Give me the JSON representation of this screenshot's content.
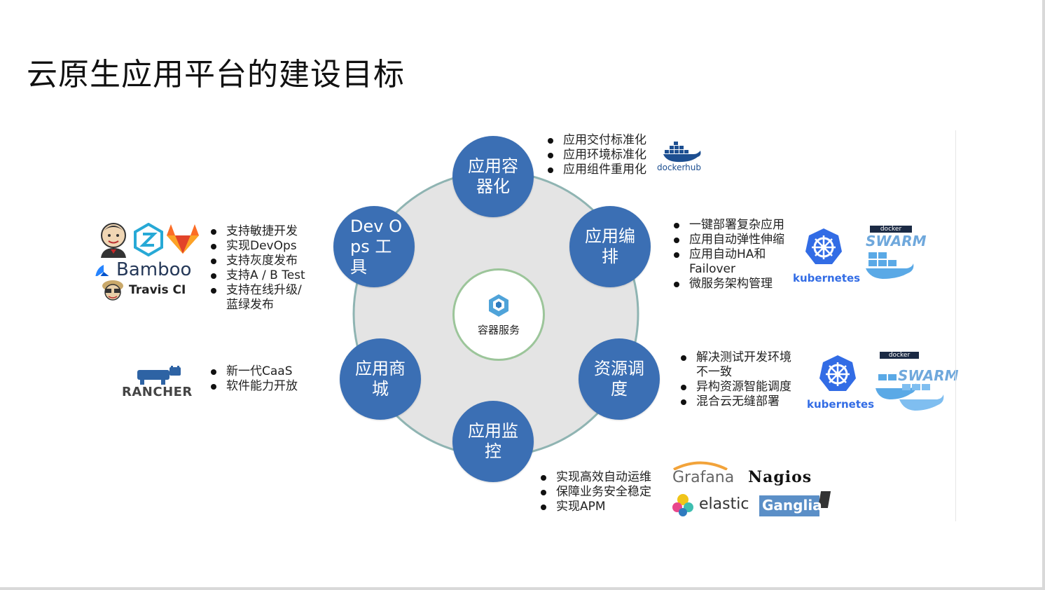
{
  "title": "云原生应用平台的建设目标",
  "center": {
    "label": "容器服务"
  },
  "nodes": {
    "container": "应用容器化",
    "orchestration": "应用编排",
    "scheduling": "资源调度",
    "monitoring": "应用监控",
    "market": "应用商城",
    "devops": "Dev Ops 工具"
  },
  "bullets": {
    "container": [
      "应用交付标准化",
      "应用环境标准化",
      "应用组件重用化"
    ],
    "orchestration": [
      "一键部署复杂应用",
      "应用自动弹性伸缩",
      "应用自动HA和 Failover",
      "微服务架构管理"
    ],
    "scheduling": [
      "解决测试开发环境 不一致",
      "异构资源智能调度",
      "混合云无缝部署"
    ],
    "monitoring": [
      "实现高效自动运维",
      "保障业务安全稳定",
      "实现APM"
    ],
    "market": [
      "新一代CaaS",
      "软件能力开放"
    ],
    "devops": [
      "支持敏捷开发",
      "实现DevOps",
      "支持灰度发布",
      "支持A / B Test",
      "支持在线升级/ 蓝绿发布"
    ]
  },
  "logos": {
    "dockerhub": "dockerhub",
    "kubernetes_1": "kubernetes",
    "kubernetes_2": "kubernetes",
    "swarm_1": "SWARM",
    "swarm_2": "SWARM",
    "docker_tag": "docker",
    "grafana": "Grafana",
    "nagios": "Nagios",
    "elastic": "elastic",
    "ganglia": "Ganglia",
    "bamboo": "Bamboo",
    "travis": "Travis CI",
    "rancher": "RANCHER"
  },
  "colors": {
    "node": "#3b6fb4",
    "ring": "#e3e3e3",
    "ring_border": "#8fb4b2",
    "center_border": "#9cc59a",
    "k8s": "#326ce5"
  }
}
